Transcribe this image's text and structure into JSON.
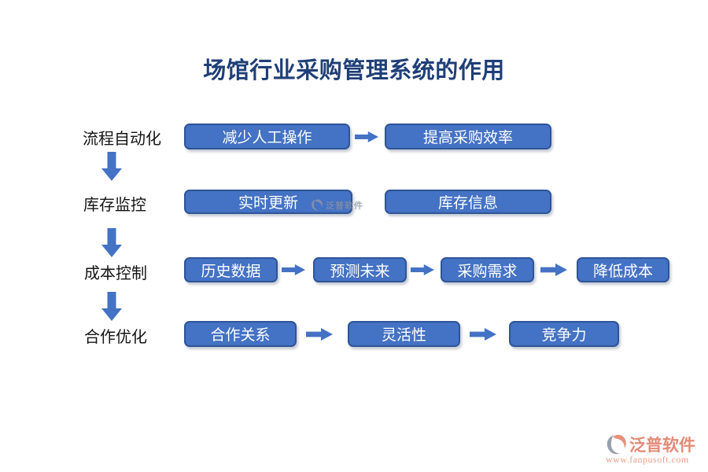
{
  "title": "场馆行业采购管理系统的作用",
  "colors": {
    "box_fill": "#4472C4",
    "box_border": "#2F5597",
    "box_text": "#FFFFFF",
    "title_text": "#1F3F77",
    "label_text": "#141414",
    "arrow": "#4472C4",
    "watermark_salmon": "#E28B76",
    "watermark_grey": "#8A93A2"
  },
  "rows": [
    {
      "label": "流程自动化",
      "boxes": [
        "减少人工操作",
        "提高采购效率"
      ]
    },
    {
      "label": "库存监控",
      "boxes": [
        "实时更新",
        "库存信息"
      ]
    },
    {
      "label": "成本控制",
      "boxes": [
        "历史数据",
        "预测未来",
        "采购需求",
        "降低成本"
      ]
    },
    {
      "label": "合作优化",
      "boxes": [
        "合作关系",
        "灵活性",
        "竞争力"
      ]
    }
  ],
  "watermark_center": {
    "brand": "泛普软件"
  },
  "watermark_corner": {
    "brand": "泛普软件",
    "url": "www.fanpusoft.com"
  }
}
